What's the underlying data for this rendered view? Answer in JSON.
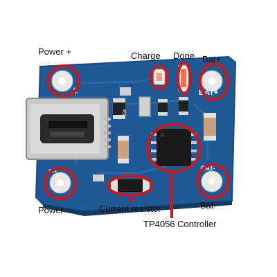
{
  "labels": {
    "power_plus": "Power +",
    "charge": "Charge",
    "done": "Done",
    "bat_plus": "Bat+",
    "power_minus": "Power -",
    "current_resistor": "Current resistor",
    "tp4056": "TP4056 Controller",
    "bat_minus": "Bat-"
  },
  "silkscreen": {
    "in_minus": "IN-",
    "bat_plus": "BAT+",
    "bat_minus": "BAT-",
    "r2": "R2",
    "in_plus": "IN+"
  },
  "colors": {
    "board": "#1f5a96",
    "annotation": "#c81a1a",
    "pad": "#e8e8e8",
    "chip": "#1a1a1a"
  }
}
